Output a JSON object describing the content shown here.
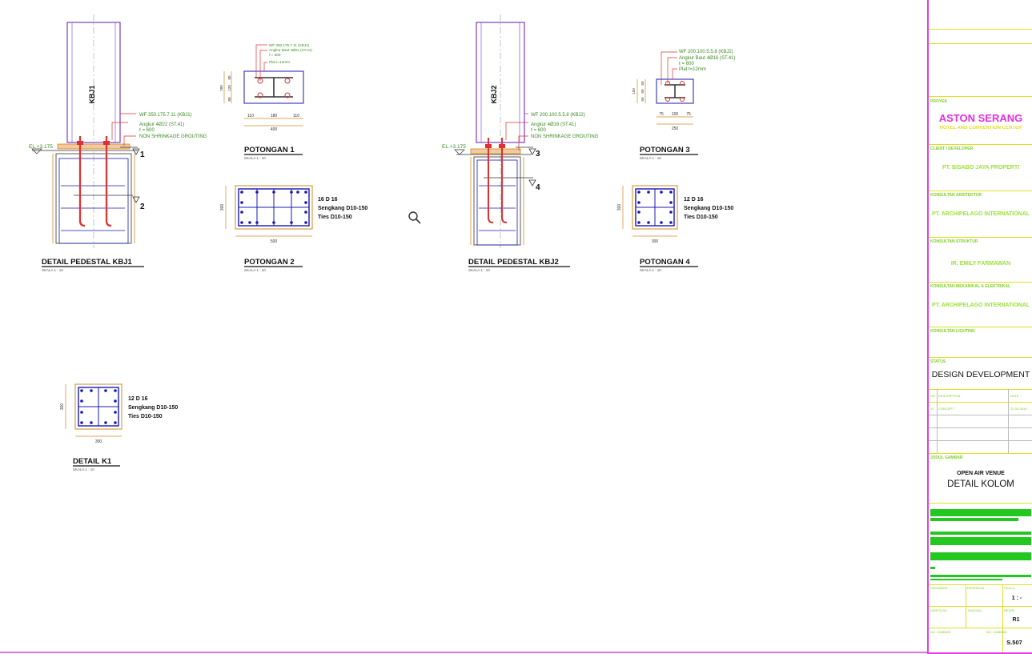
{
  "details": {
    "kbj1": {
      "column_tag": "KBJ1",
      "callout_wf": "WF 350.175.7.11 (KBJ1)",
      "callout_anchor": "Angkur 4Ø22 (ST.41)",
      "callout_length": "ℓ = 600",
      "callout_grout": "NON SHRINKAGE GROUTING",
      "elevation": "EL.+3.175",
      "mark_1": "1",
      "mark_2": "2",
      "title": "DETAIL PEDESTAL KBJ1",
      "scale": "SKALA        1 : 10"
    },
    "kbj2": {
      "column_tag": "KBJ2",
      "callout_wf": "WF 200.100.5.5.8 (KBJ2)",
      "callout_anchor": "Angkur 4Ø16 (ST.41)",
      "callout_length": "ℓ = 600",
      "callout_grout": "NON SHRINKAGE GROUTING",
      "elevation": "EL.+3.175",
      "mark_3": "3",
      "mark_4": "4",
      "title": "DETAIL PEDESTAL KBJ2",
      "scale": "SKALA        1 : 10"
    },
    "potongan1": {
      "title": "POTONGAN 1",
      "scale": "SKALA        1 : 10",
      "note_wf": "WF 350.175.7.11 (KBJ1)",
      "note_bolt": "Angkur Baut 4Ø22 (ST.41)",
      "note_len": "ℓ = 600",
      "note_plate": "Plat t=14mm",
      "dims_bottom": [
        "110",
        "180",
        "110"
      ],
      "dim_total": "400",
      "dims_left": [
        "80",
        "120",
        "80"
      ],
      "dim_left_total": "280"
    },
    "potongan2": {
      "title": "POTONGAN 2",
      "scale": "SKALA        1 : 10",
      "rebar": "16 D 16",
      "stirrup": "Sengkang D10-150",
      "ties": "Ties D10-150",
      "dim_w": "500",
      "dim_h": "300"
    },
    "potongan3": {
      "title": "POTONGAN 3",
      "scale": "SKALA        1 : 10",
      "note_wf": "WF 200.100.5.5.8 (KBJ2)",
      "note_bolt": "Angkur Baut 4Ø16 (ST.41)",
      "note_len": "ℓ = 600",
      "note_plate": "Plat t=12mm",
      "dims_bottom": [
        "75",
        "100",
        "75"
      ],
      "dim_total": "250",
      "dims_left": [
        "50",
        "50",
        "50"
      ],
      "dim_left_total": "150"
    },
    "potongan4": {
      "title": "POTONGAN 4",
      "scale": "SKALA        1 : 10",
      "rebar": "12 D 16",
      "stirrup": "Sengkang D10-150",
      "ties": "Ties D10-150",
      "dim_w": "300",
      "dim_h": "300"
    },
    "k1": {
      "title": "DETAIL K1",
      "scale": "SKALA        1 : 10",
      "rebar": "12 D 16",
      "stirrup": "Sengkang D10-150",
      "ties": "Ties D10-150",
      "dim_w": "300",
      "dim_h": "300"
    }
  },
  "title_block": {
    "proyek_label": "PROYEK",
    "project_name": "ASTON SERANG",
    "project_sub": "HOTEL AND CONVENTION CENTER",
    "client_label": "CLIENT / DEVELOPER",
    "client": "PT. BISABO JAYA PROPERTI",
    "arch_label": "KONSULTAN ARSITEKTUR",
    "arch": "PT. ARCHIPELAGO INTERNATIONAL",
    "struct_label": "KONSULTAN STRUKTUR",
    "struct": "IR. EMILY FARMAWAN",
    "mep_label": "KONSULTAN MEKANIKAL & ELEKTRIKAL",
    "mep": "PT. ARCHIPELAGO INTERNATIONAL",
    "lighting_label": "KONSULTAN LIGHTING",
    "status_label": "STATUS",
    "status": "DESIGN DEVELOPMENT",
    "rev_no_label": "NO.",
    "rev_desc_label": "DESCRIPTION",
    "rev_date_label": "DATE",
    "rev_no": "01",
    "rev_desc": "CONCEPT",
    "rev_date": "22-03-2019",
    "judul_label": "JUDUL GAMBAR",
    "drawing_sub": "OPEN AIR VENUE",
    "drawing_title": "DETAIL KOLOM",
    "drawn_label": "DIGAMBAR",
    "checked_label": "DIPERIKSA",
    "scale_label": "SKALA",
    "scale_value": "1 : -",
    "approved_label": "DISETUJUI",
    "date_label": "TANGGAL",
    "revisi_label": "REVISI",
    "revisi_value": "R1",
    "no_label": "NO. GAMBAR",
    "sheet_no": "S.507"
  },
  "colors": {
    "column_outline": "#7a3dc8",
    "anchor": "#e03030",
    "callout_text": "#3a8a20",
    "dim": "#d28a20",
    "rebar": "#1818b0",
    "frame": "#e040e0",
    "title_block_line": "#e0e020",
    "title_block_text": "#7bd126"
  }
}
